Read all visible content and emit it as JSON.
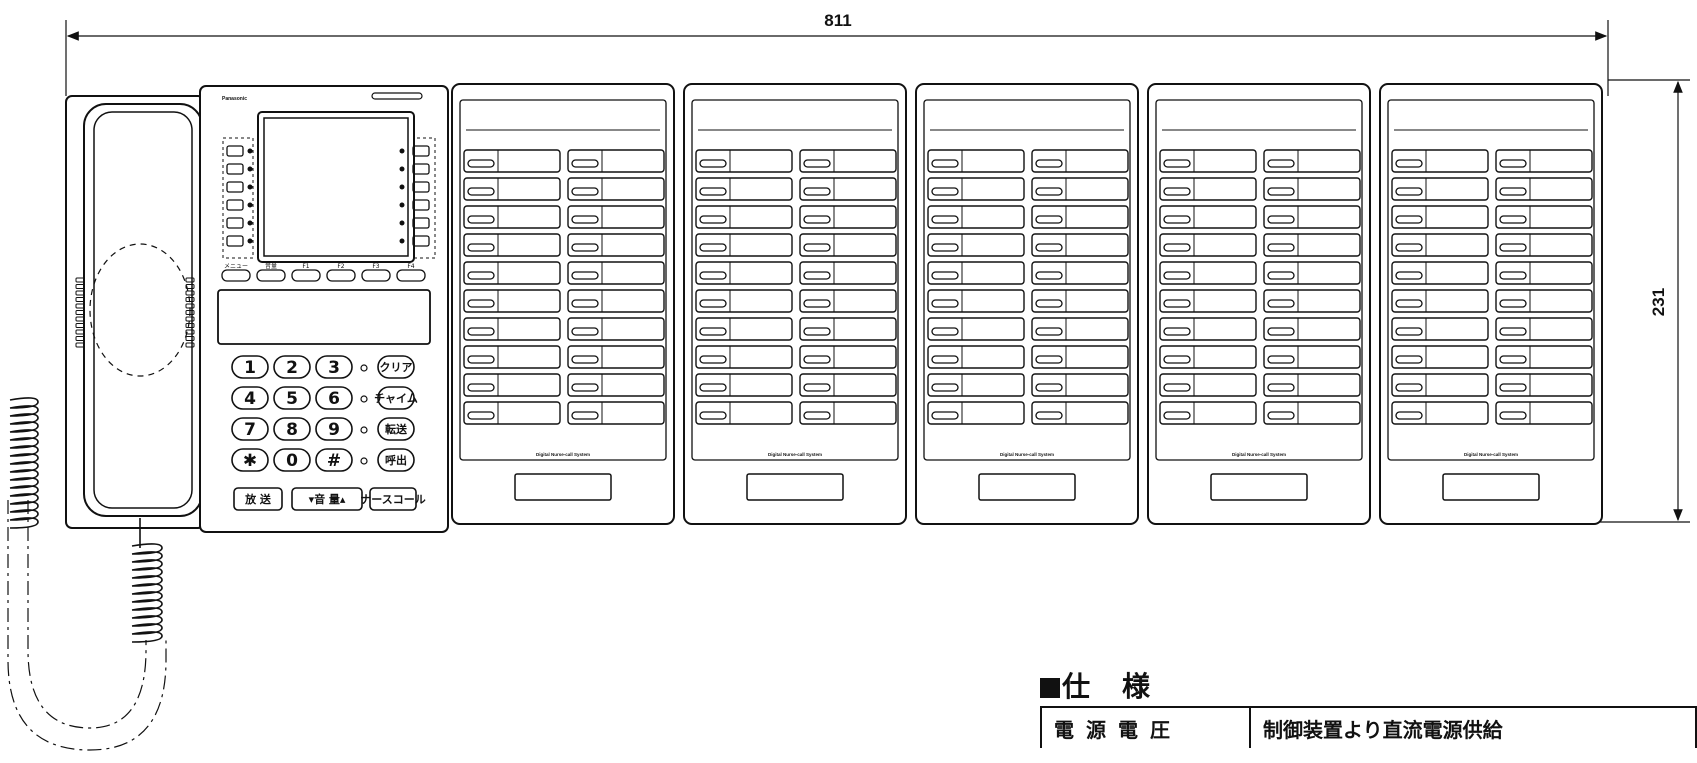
{
  "dimensions": {
    "width_label": "811",
    "height_label": "231"
  },
  "console": {
    "brand": "Panasonic",
    "keypad": [
      "1",
      "2",
      "3",
      "4",
      "5",
      "6",
      "7",
      "8",
      "9",
      "✱",
      "0",
      "#"
    ],
    "side_keys": [
      "クリア",
      "チャイム",
      "転送",
      "呼出"
    ],
    "bottom_keys": [
      "放 送",
      "▾音 量▴",
      "ナースコール"
    ],
    "function_keys": [
      "メニュー",
      "音量",
      "F1",
      "F2",
      "F3",
      "F4"
    ]
  },
  "expansion": {
    "module_count": 5,
    "footer_label": "Digital Nurse-call System"
  },
  "spec": {
    "title": "仕　様",
    "rows": [
      {
        "label": "電源電圧",
        "value": "制御装置より直流電源供給"
      }
    ]
  }
}
